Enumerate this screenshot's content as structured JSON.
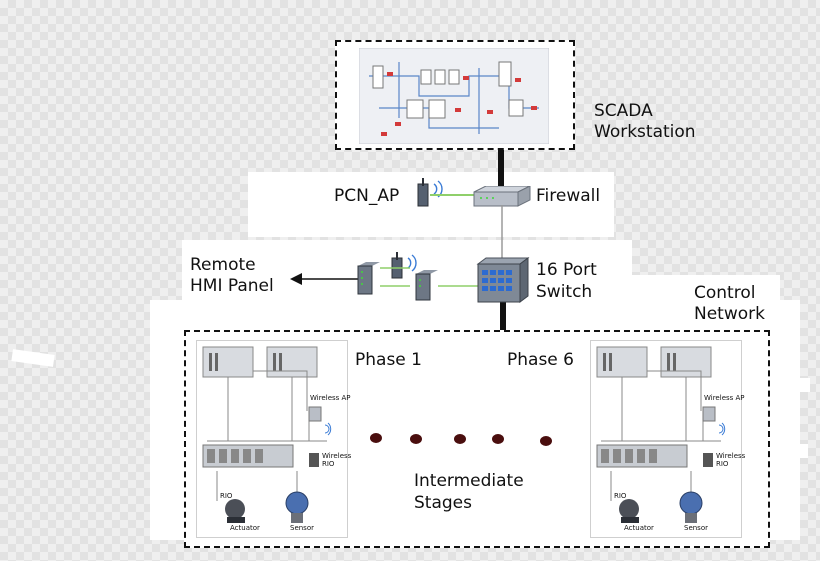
{
  "nodes": {
    "scada": {
      "label_line1": "SCADA",
      "label_line2": "Workstation"
    },
    "pcn_ap": {
      "label": "PCN_AP"
    },
    "firewall": {
      "label": "Firewall"
    },
    "switch": {
      "label_line1": "16 Port",
      "label_line2": "Switch"
    },
    "remote_hmi": {
      "label_line1": "Remote",
      "label_line2": "HMI Panel"
    },
    "control_network": {
      "label_line1": "Control",
      "label_line2": "Network"
    },
    "phase_1": {
      "label": "Phase 1"
    },
    "phase_6": {
      "label": "Phase 6"
    },
    "intermediate": {
      "label_line1": "Intermediate",
      "label_line2": "Stages"
    }
  },
  "phase_panel": {
    "wireless_ap": "Wireless AP",
    "wireless_rio_1": "Wireless",
    "wireless_rio_2": "RIO",
    "rio": "RIO",
    "actuator": "Actuator",
    "sensor": "Sensor"
  },
  "colors": {
    "link_green": "#8fcf6a",
    "link_gray": "#9a9a9a",
    "backbone": "#111111",
    "dot": "#4a0e0e"
  }
}
